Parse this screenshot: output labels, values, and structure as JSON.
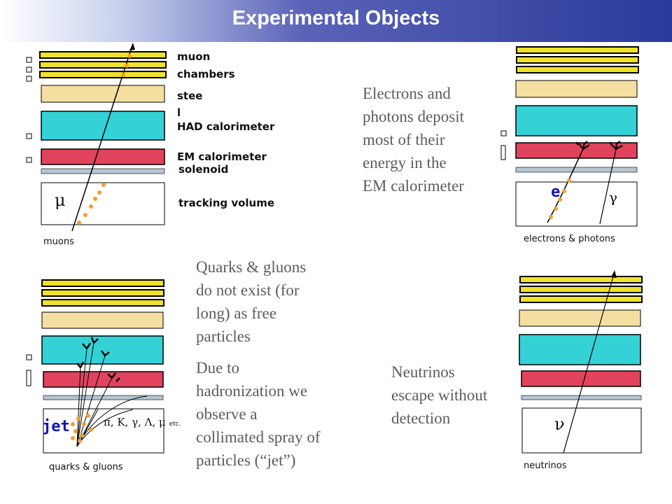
{
  "title": "Experimental Objects",
  "layers": {
    "muon_chambers_line1": "muon",
    "muon_chambers_line2": "chambers",
    "steel_line1": "stee",
    "steel_line2": "l",
    "had_calorimeter": "HAD calorimeter",
    "em_calorimeter": "EM calorimeter",
    "solenoid": "solenoid",
    "tracking_volume": "tracking volume"
  },
  "panels": {
    "muons": {
      "caption": "muons",
      "symbol": "μ"
    },
    "electrons_photons": {
      "caption": "electrons & photons",
      "electron_symbol": "e",
      "photon_symbol": "γ",
      "description": [
        "Electrons and",
        "photons deposit",
        "most of their",
        "energy in the",
        "EM calorimeter"
      ]
    },
    "quarks_gluons": {
      "caption": "quarks & gluons",
      "jet_label": "jet",
      "particles": "π, K, γ, Λ, μ",
      "particles_suffix": "etc.",
      "description1": [
        "Quarks & gluons",
        "do not exist (for",
        "long) as free",
        "particles"
      ],
      "description2": [
        "Due to",
        "hadronization we",
        "observe a",
        "collimated spray of",
        "particles (“jet”)"
      ]
    },
    "neutrinos": {
      "caption": "neutrinos",
      "symbol": "ν",
      "description": [
        "Neutrinos",
        "escape without",
        "detection"
      ]
    }
  },
  "colors": {
    "muon_chamber": "#f0e22a",
    "steel": "#f5dfa0",
    "had_calorimeter": "#34d2d6",
    "em_calorimeter": "#e2435c",
    "solenoid": "#b4c6d2",
    "track_dot": "#f0a030",
    "title_blue": "#2a3a9a"
  }
}
